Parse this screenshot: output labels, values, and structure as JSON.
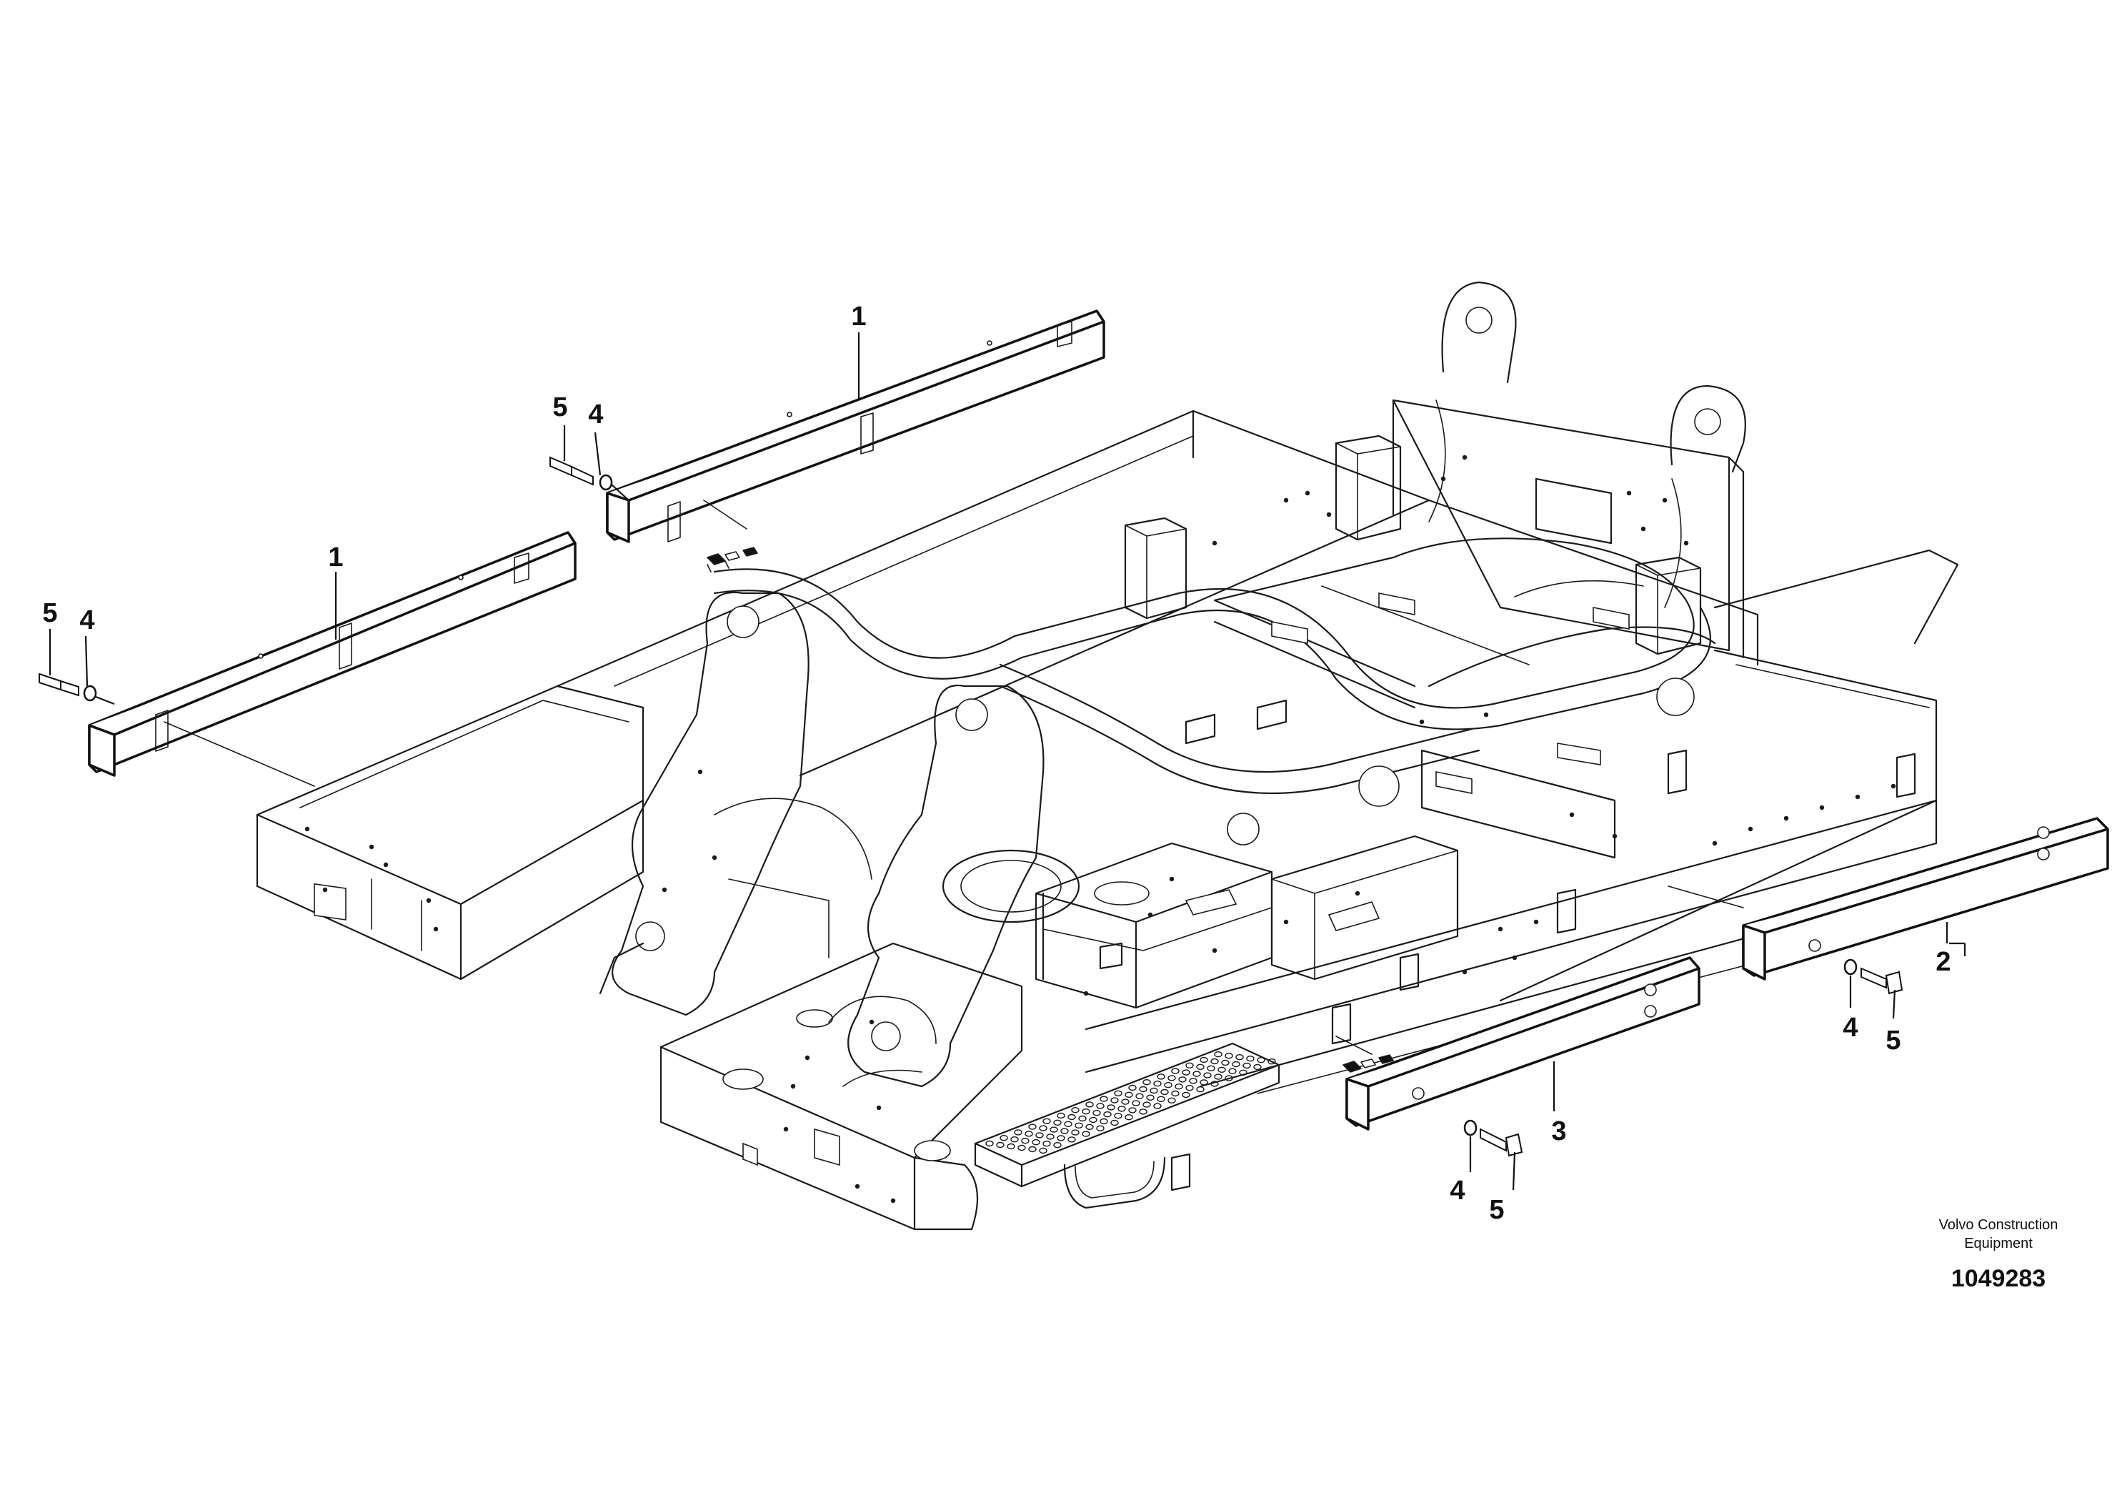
{
  "callouts": [
    {
      "id": "c1a",
      "label": "1"
    },
    {
      "id": "c1b",
      "label": "1"
    },
    {
      "id": "c2",
      "label": "2"
    },
    {
      "id": "c3",
      "label": "3"
    },
    {
      "id": "c4a",
      "label": "4"
    },
    {
      "id": "c4b",
      "label": "4"
    },
    {
      "id": "c4c",
      "label": "4"
    },
    {
      "id": "c4d",
      "label": "4"
    },
    {
      "id": "c5a",
      "label": "5"
    },
    {
      "id": "c5b",
      "label": "5"
    },
    {
      "id": "c5c",
      "label": "5"
    },
    {
      "id": "c5d",
      "label": "5"
    }
  ],
  "footer": {
    "brand_line1": "Volvo Construction",
    "brand_line2": "Equipment",
    "document_number": "1049283"
  }
}
